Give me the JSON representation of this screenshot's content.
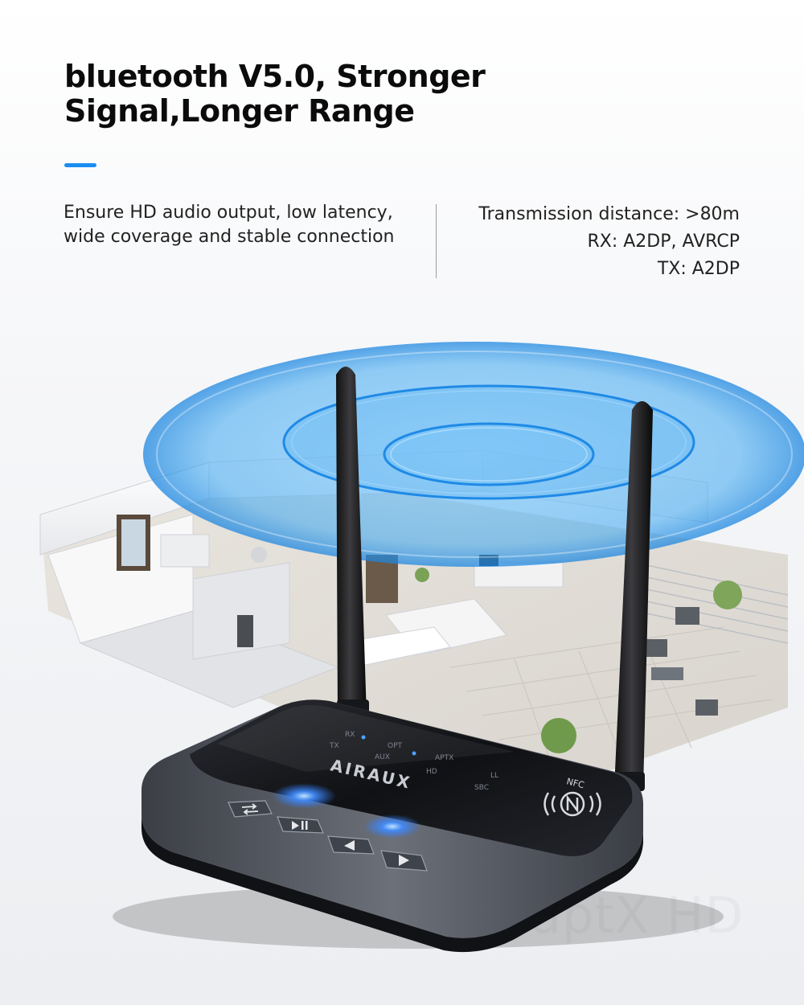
{
  "headline": {
    "line1": "bluetooth V5.0, Stronger",
    "line2": "Signal,Longer Range"
  },
  "description": "Ensure HD audio output, low latency, wide coverage and stable connection",
  "specs": [
    "Transmission distance: >80m",
    "RX: A2DP, AVRCP",
    "TX: A2DP"
  ],
  "device": {
    "brand": "AIRAUX",
    "nfc_label": "NFC",
    "indicators": {
      "rx": "RX",
      "tx": "TX",
      "opt": "OPT",
      "aux": "AUX",
      "aptx": "APTX",
      "hd": "HD",
      "ll": "LL",
      "sbc": "SBC"
    },
    "buttons": [
      "mode-switch-icon",
      "play-pause-icon",
      "previous-icon",
      "next-icon"
    ]
  },
  "watermark": "aptX HD",
  "colors": {
    "accent": "#1b8df0",
    "signal_wave": "#3aa6f0",
    "led": "#2f7bff",
    "device_body": "#1a1b1f"
  }
}
